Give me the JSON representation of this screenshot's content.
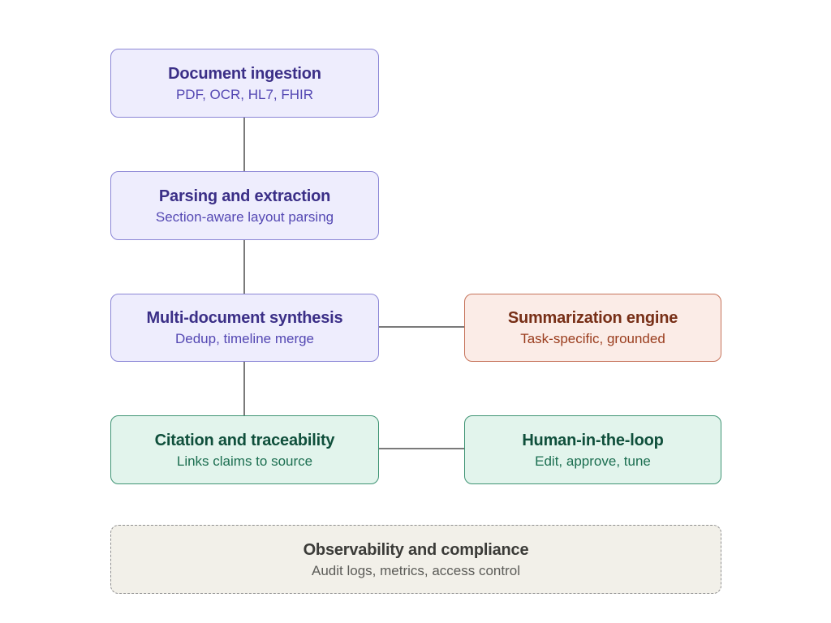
{
  "diagram": {
    "nodes": {
      "ingestion": {
        "title": "Document ingestion",
        "subtitle": "PDF, OCR, HL7, FHIR"
      },
      "parsing": {
        "title": "Parsing and extraction",
        "subtitle": "Section-aware layout parsing"
      },
      "synthesis": {
        "title": "Multi-document synthesis",
        "subtitle": "Dedup, timeline merge"
      },
      "summarization": {
        "title": "Summarization engine",
        "subtitle": "Task-specific, grounded"
      },
      "citation": {
        "title": "Citation and traceability",
        "subtitle": "Links claims to source"
      },
      "hitl": {
        "title": "Human-in-the-loop",
        "subtitle": "Edit, approve, tune"
      },
      "observability": {
        "title": "Observability and compliance",
        "subtitle": "Audit logs, metrics, access control"
      }
    },
    "edges": [
      [
        "ingestion",
        "parsing"
      ],
      [
        "parsing",
        "synthesis"
      ],
      [
        "synthesis",
        "citation"
      ],
      [
        "synthesis",
        "summarization"
      ],
      [
        "citation",
        "hitl"
      ]
    ],
    "colors": {
      "purple_fill": "#eeedfd",
      "coral_fill": "#fbece7",
      "green_fill": "#e2f4ec",
      "gray_fill": "#f2f0e9",
      "connector": "#7a7a7a"
    }
  }
}
